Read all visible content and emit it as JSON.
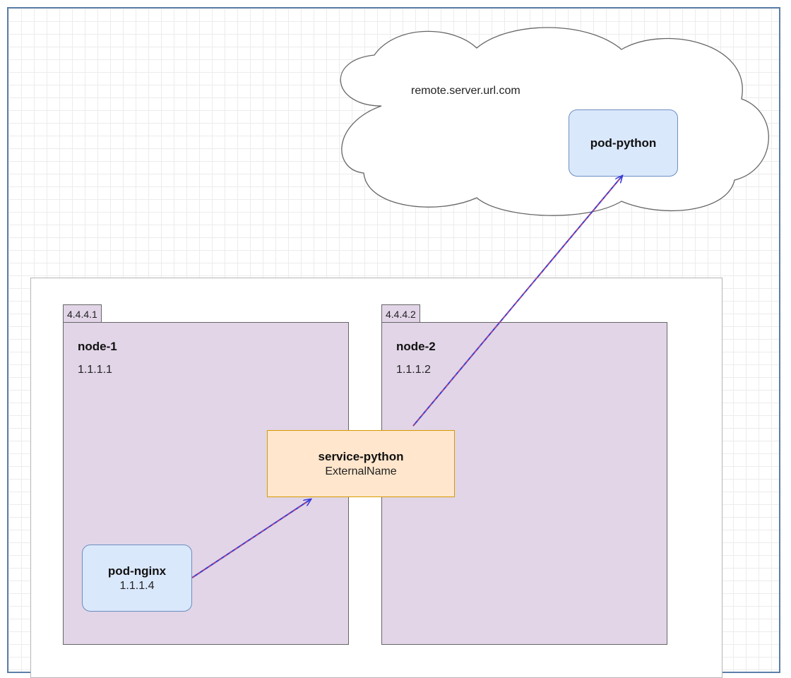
{
  "cloud": {
    "label": "remote.server.url.com"
  },
  "pods": {
    "python": {
      "label": "pod-python"
    },
    "nginx": {
      "label": "pod-nginx",
      "ip": "1.1.1.4"
    }
  },
  "nodes": [
    {
      "tab": "4.4.4.1",
      "name": "node-1",
      "ip": "1.1.1.1"
    },
    {
      "tab": "4.4.4.2",
      "name": "node-2",
      "ip": "1.1.1.2"
    }
  ],
  "service": {
    "name": "service-python",
    "type": "ExternalName"
  },
  "colors": {
    "node_fill": "#e1d5e7",
    "pod_fill": "#dae8fc",
    "service_fill": "#ffe6cc",
    "arrow": "#3b3bd6",
    "arrow_dash": "#c8406a"
  }
}
